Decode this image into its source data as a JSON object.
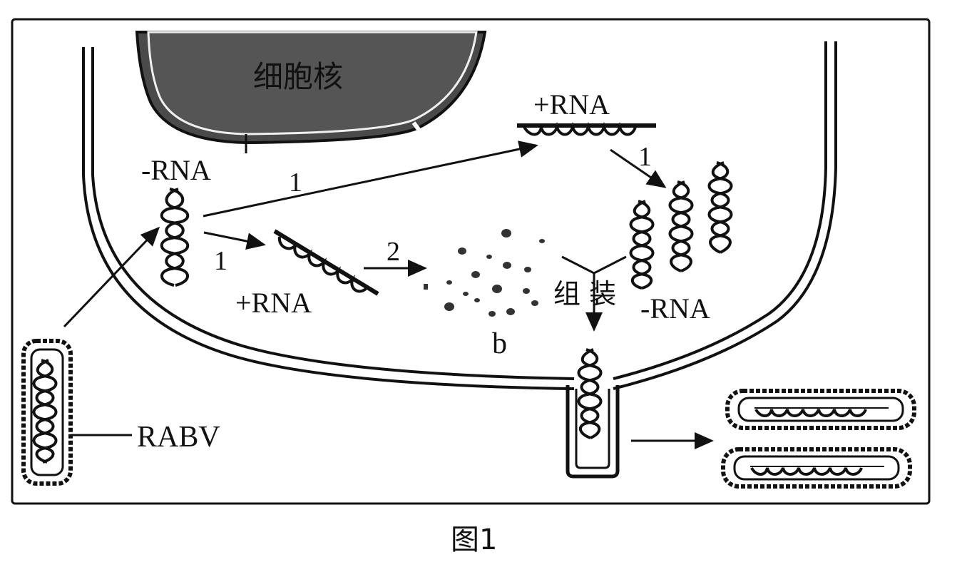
{
  "labels": {
    "nucleus": "细胞核",
    "neg_rna_left": "-RNA",
    "pos_rna_top": "+RNA",
    "pos_rna_middle": "+RNA",
    "neg_rna_right": "-RNA",
    "step_1_upper": "1",
    "step_1_lower": "1",
    "step_1_right": "1",
    "step_2": "2",
    "protein_b": "b",
    "assembly": "组 装",
    "virus_name": "RABV",
    "caption": "图1"
  }
}
